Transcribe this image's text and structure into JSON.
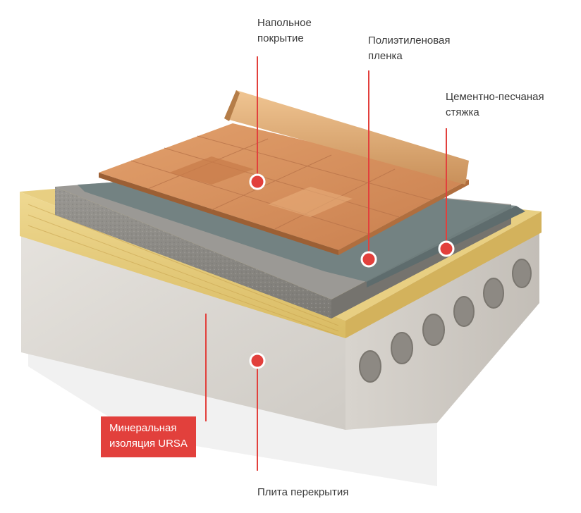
{
  "labels": {
    "floor_covering": "Напольное\nпокрытие",
    "pe_film": "Полиэтиленовая\nпленка",
    "screed": "Цементно-песчаная\nстяжка",
    "mineral_insulation": "Минеральная\nизоляция URSA",
    "slab": "Плита перекрытия"
  },
  "colors": {
    "accent": "#e2403c",
    "wood": "#d9905e",
    "screed": "#8c8a85",
    "film": "#6f7f80",
    "insulation": "#e6cc7e",
    "concrete": "#d9d6d1"
  }
}
